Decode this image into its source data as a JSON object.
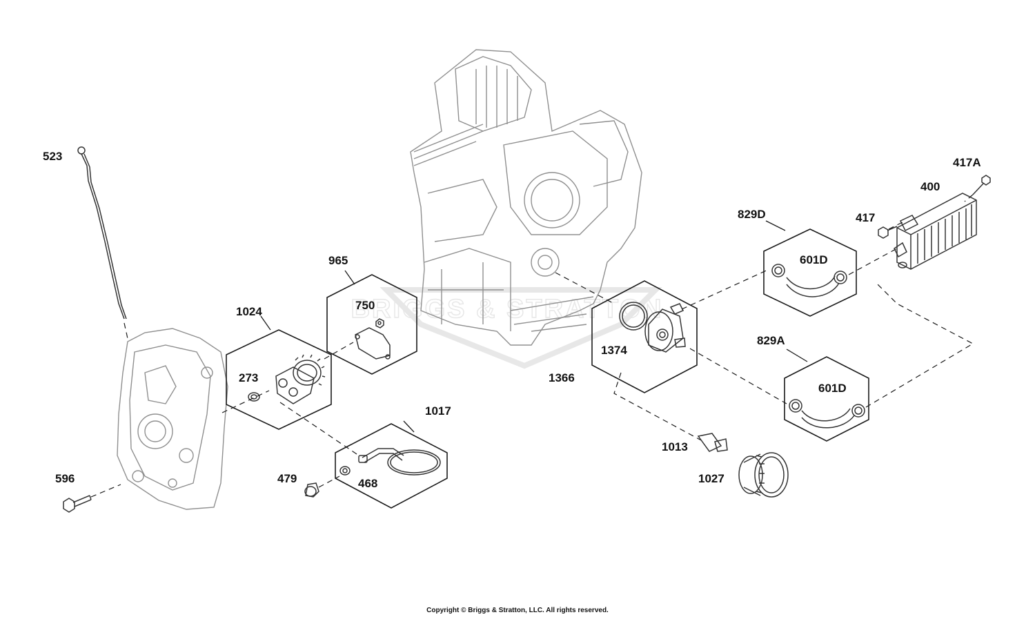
{
  "watermark": "BRIGGS & STRATTON",
  "copyright": "Copyright © Briggs & Stratton, LLC. All rights reserved.",
  "callouts": {
    "p523": "523",
    "p596": "596",
    "p1024": "1024",
    "p273": "273",
    "p965": "965",
    "p750": "750",
    "p1017": "1017",
    "p479": "479",
    "p468": "468",
    "p1366": "1366",
    "p1374": "1374",
    "p1013": "1013",
    "p1027": "1027",
    "p829D": "829D",
    "p601D_top": "601D",
    "p829A": "829A",
    "p601D_bottom": "601D",
    "p417": "417",
    "p400": "400",
    "p417A": "417A"
  }
}
